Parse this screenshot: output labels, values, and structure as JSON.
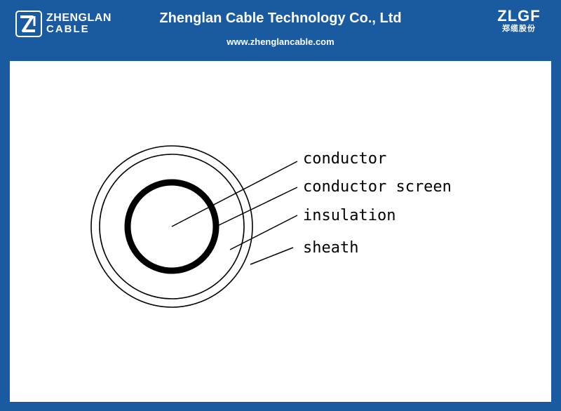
{
  "header": {
    "logo_line1": "ZHENGLAN",
    "logo_line2": "CABLE",
    "company_name": "Zhenglan Cable Technology Co., Ltd",
    "website": "www.zhenglancable.com",
    "brand_mark": "ZLGF",
    "brand_sub": "郑缆股份"
  },
  "diagram": {
    "labels": {
      "conductor": "conductor",
      "conductor_screen": "conductor screen",
      "insulation": "insulation",
      "sheath": "sheath"
    }
  },
  "colors": {
    "header_bg": "#1a5aa0",
    "panel_bg": "#ffffff",
    "ink": "#000000"
  }
}
